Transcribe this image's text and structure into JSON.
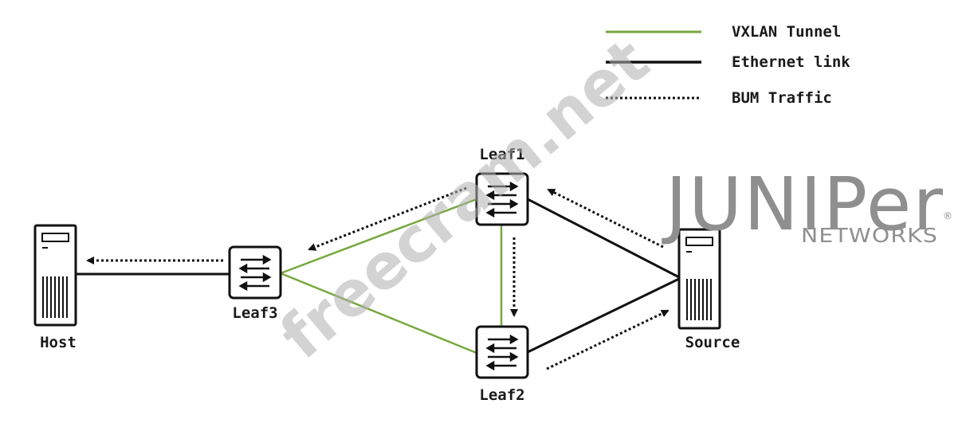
{
  "legend": {
    "vxlan_label": "VXLAN Tunnel",
    "ethernet_label": "Ethernet link",
    "bum_label": "BUM Traffic"
  },
  "nodes": {
    "leaf1": "Leaf1",
    "leaf2": "Leaf2",
    "leaf3": "Leaf3",
    "host": "Host",
    "source": "Source"
  },
  "logo": {
    "name": "JUNIPer",
    "sub": "NETWORKS",
    "reg": "®"
  },
  "watermark": "freecram.net",
  "colors": {
    "vxlan": "#77a83e",
    "ethernet": "#111111",
    "bum": "#111111",
    "logo": "#8f8f8f",
    "watermark": "#b0b0b0"
  }
}
